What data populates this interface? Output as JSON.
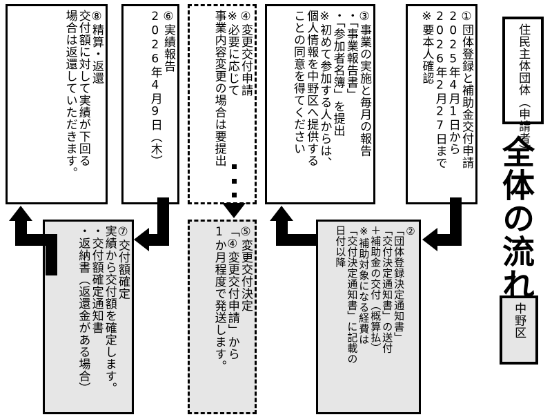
{
  "title": "全体の流れ",
  "roles": {
    "applicant": "住民主体団体（申請者）",
    "city": "中野区"
  },
  "colors": {
    "line": "#000000",
    "city_box_fill": "#e6e6e6",
    "applicant_box_fill": "#ffffff",
    "page_bg": "#ffffff"
  },
  "steps": [
    {
      "id": "step-1",
      "number": "①",
      "lane": "applicant",
      "style": "solid",
      "lines": [
        "①団体登録と補助金交付申請",
        "2025年4月1日から",
        "2026年2月27日まで",
        "※要本人確認"
      ]
    },
    {
      "id": "step-2",
      "number": "②",
      "lane": "city",
      "style": "solid",
      "lines": [
        "②",
        "「団体登録決定通知書」",
        "「交付決定通知書」の送付",
        "＋補助金の交付（概算払）",
        "※補助対象になる経費は",
        "「交付決定通知書」に記載の",
        "日付以降"
      ]
    },
    {
      "id": "step-3",
      "number": "③",
      "lane": "applicant",
      "style": "solid",
      "lines": [
        "③事業の実施と毎月の報告",
        "・「事業報告書」",
        "・「参加者名簿」を提出",
        "※初めて参加する人からは、",
        "個人情報を中野区へ提供する",
        "ことの同意を得てください"
      ]
    },
    {
      "id": "step-4",
      "number": "④",
      "lane": "applicant",
      "style": "dashed",
      "lines": [
        "④変更交付申請",
        "※必要に応じて",
        "事業内容変更の場合は要提出"
      ]
    },
    {
      "id": "step-5",
      "number": "⑤",
      "lane": "city",
      "style": "dashed",
      "lines": [
        "⑤変更交付決定",
        "「④変更交付申請」から",
        "1か月程度で発送します。"
      ]
    },
    {
      "id": "step-6",
      "number": "⑥",
      "lane": "applicant",
      "style": "solid",
      "lines": [
        "⑥実績報告",
        "2026年4月9日（木）"
      ]
    },
    {
      "id": "step-7",
      "number": "⑦",
      "lane": "city",
      "style": "solid",
      "lines": [
        "⑦交付額確定",
        "実績から交付額を確定します。",
        "・交付額確定通知書",
        "・返納書（返還金がある場合）"
      ]
    },
    {
      "id": "step-8",
      "number": "⑧",
      "lane": "applicant",
      "style": "solid",
      "lines": [
        "⑧精算・返還",
        "交付額に対して実績が下回る",
        "場合は返還していただきます。"
      ]
    }
  ],
  "connectors": [
    {
      "id": "conn-1-2",
      "from": "step-1",
      "to": "step-2",
      "direction": "left"
    },
    {
      "id": "conn-2-3",
      "from": "step-2",
      "to": "step-3",
      "direction": "up"
    },
    {
      "id": "conn-4-5",
      "from": "step-4",
      "to": "step-5",
      "direction": "down"
    },
    {
      "id": "conn-6-7",
      "from": "step-6",
      "to": "step-7",
      "direction": "left"
    },
    {
      "id": "conn-7-8",
      "from": "step-7",
      "to": "step-8",
      "direction": "up"
    }
  ]
}
